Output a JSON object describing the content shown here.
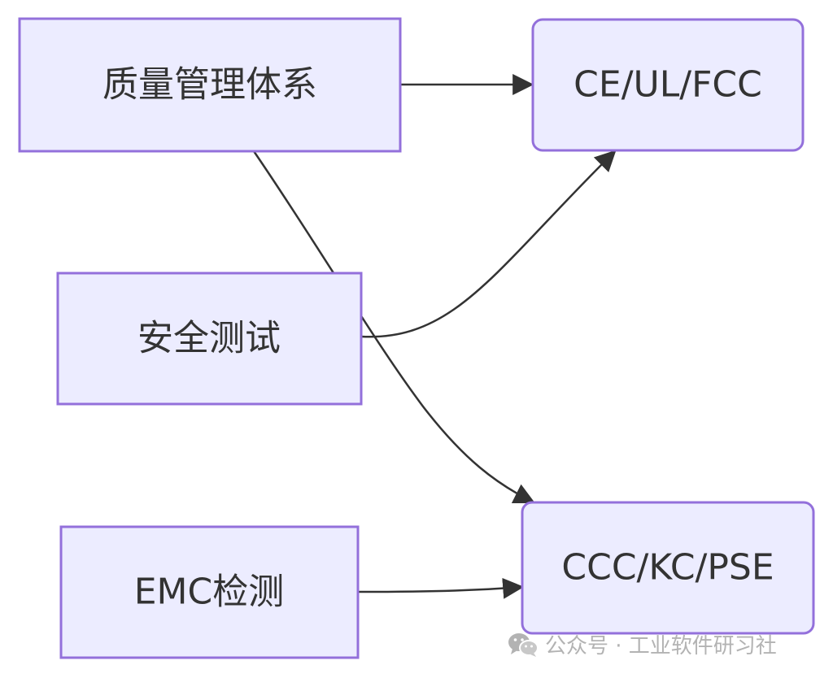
{
  "diagram": {
    "type": "flowchart",
    "colors": {
      "node_fill": "#ececff",
      "node_border": "#9370db",
      "edge": "#333333",
      "text": "#333333",
      "watermark": "#b3b3b3"
    },
    "nodes": [
      {
        "id": "qms",
        "label": "质量管理体系",
        "shape": "rect"
      },
      {
        "id": "safety",
        "label": "安全测试",
        "shape": "rect"
      },
      {
        "id": "emc",
        "label": "EMC检测",
        "shape": "rect"
      },
      {
        "id": "ce_ul_fcc",
        "label": "CE/UL/FCC",
        "shape": "rounded-rect"
      },
      {
        "id": "ccc_kc_pse",
        "label": "CCC/KC/PSE",
        "shape": "rounded-rect"
      }
    ],
    "edges": [
      {
        "from": "qms",
        "to": "ce_ul_fcc"
      },
      {
        "from": "qms",
        "to": "ccc_kc_pse"
      },
      {
        "from": "safety",
        "to": "ce_ul_fcc"
      },
      {
        "from": "emc",
        "to": "ccc_kc_pse"
      }
    ]
  },
  "watermark": {
    "icon": "wechat-icon",
    "text": "公众号 · 工业软件研习社"
  }
}
